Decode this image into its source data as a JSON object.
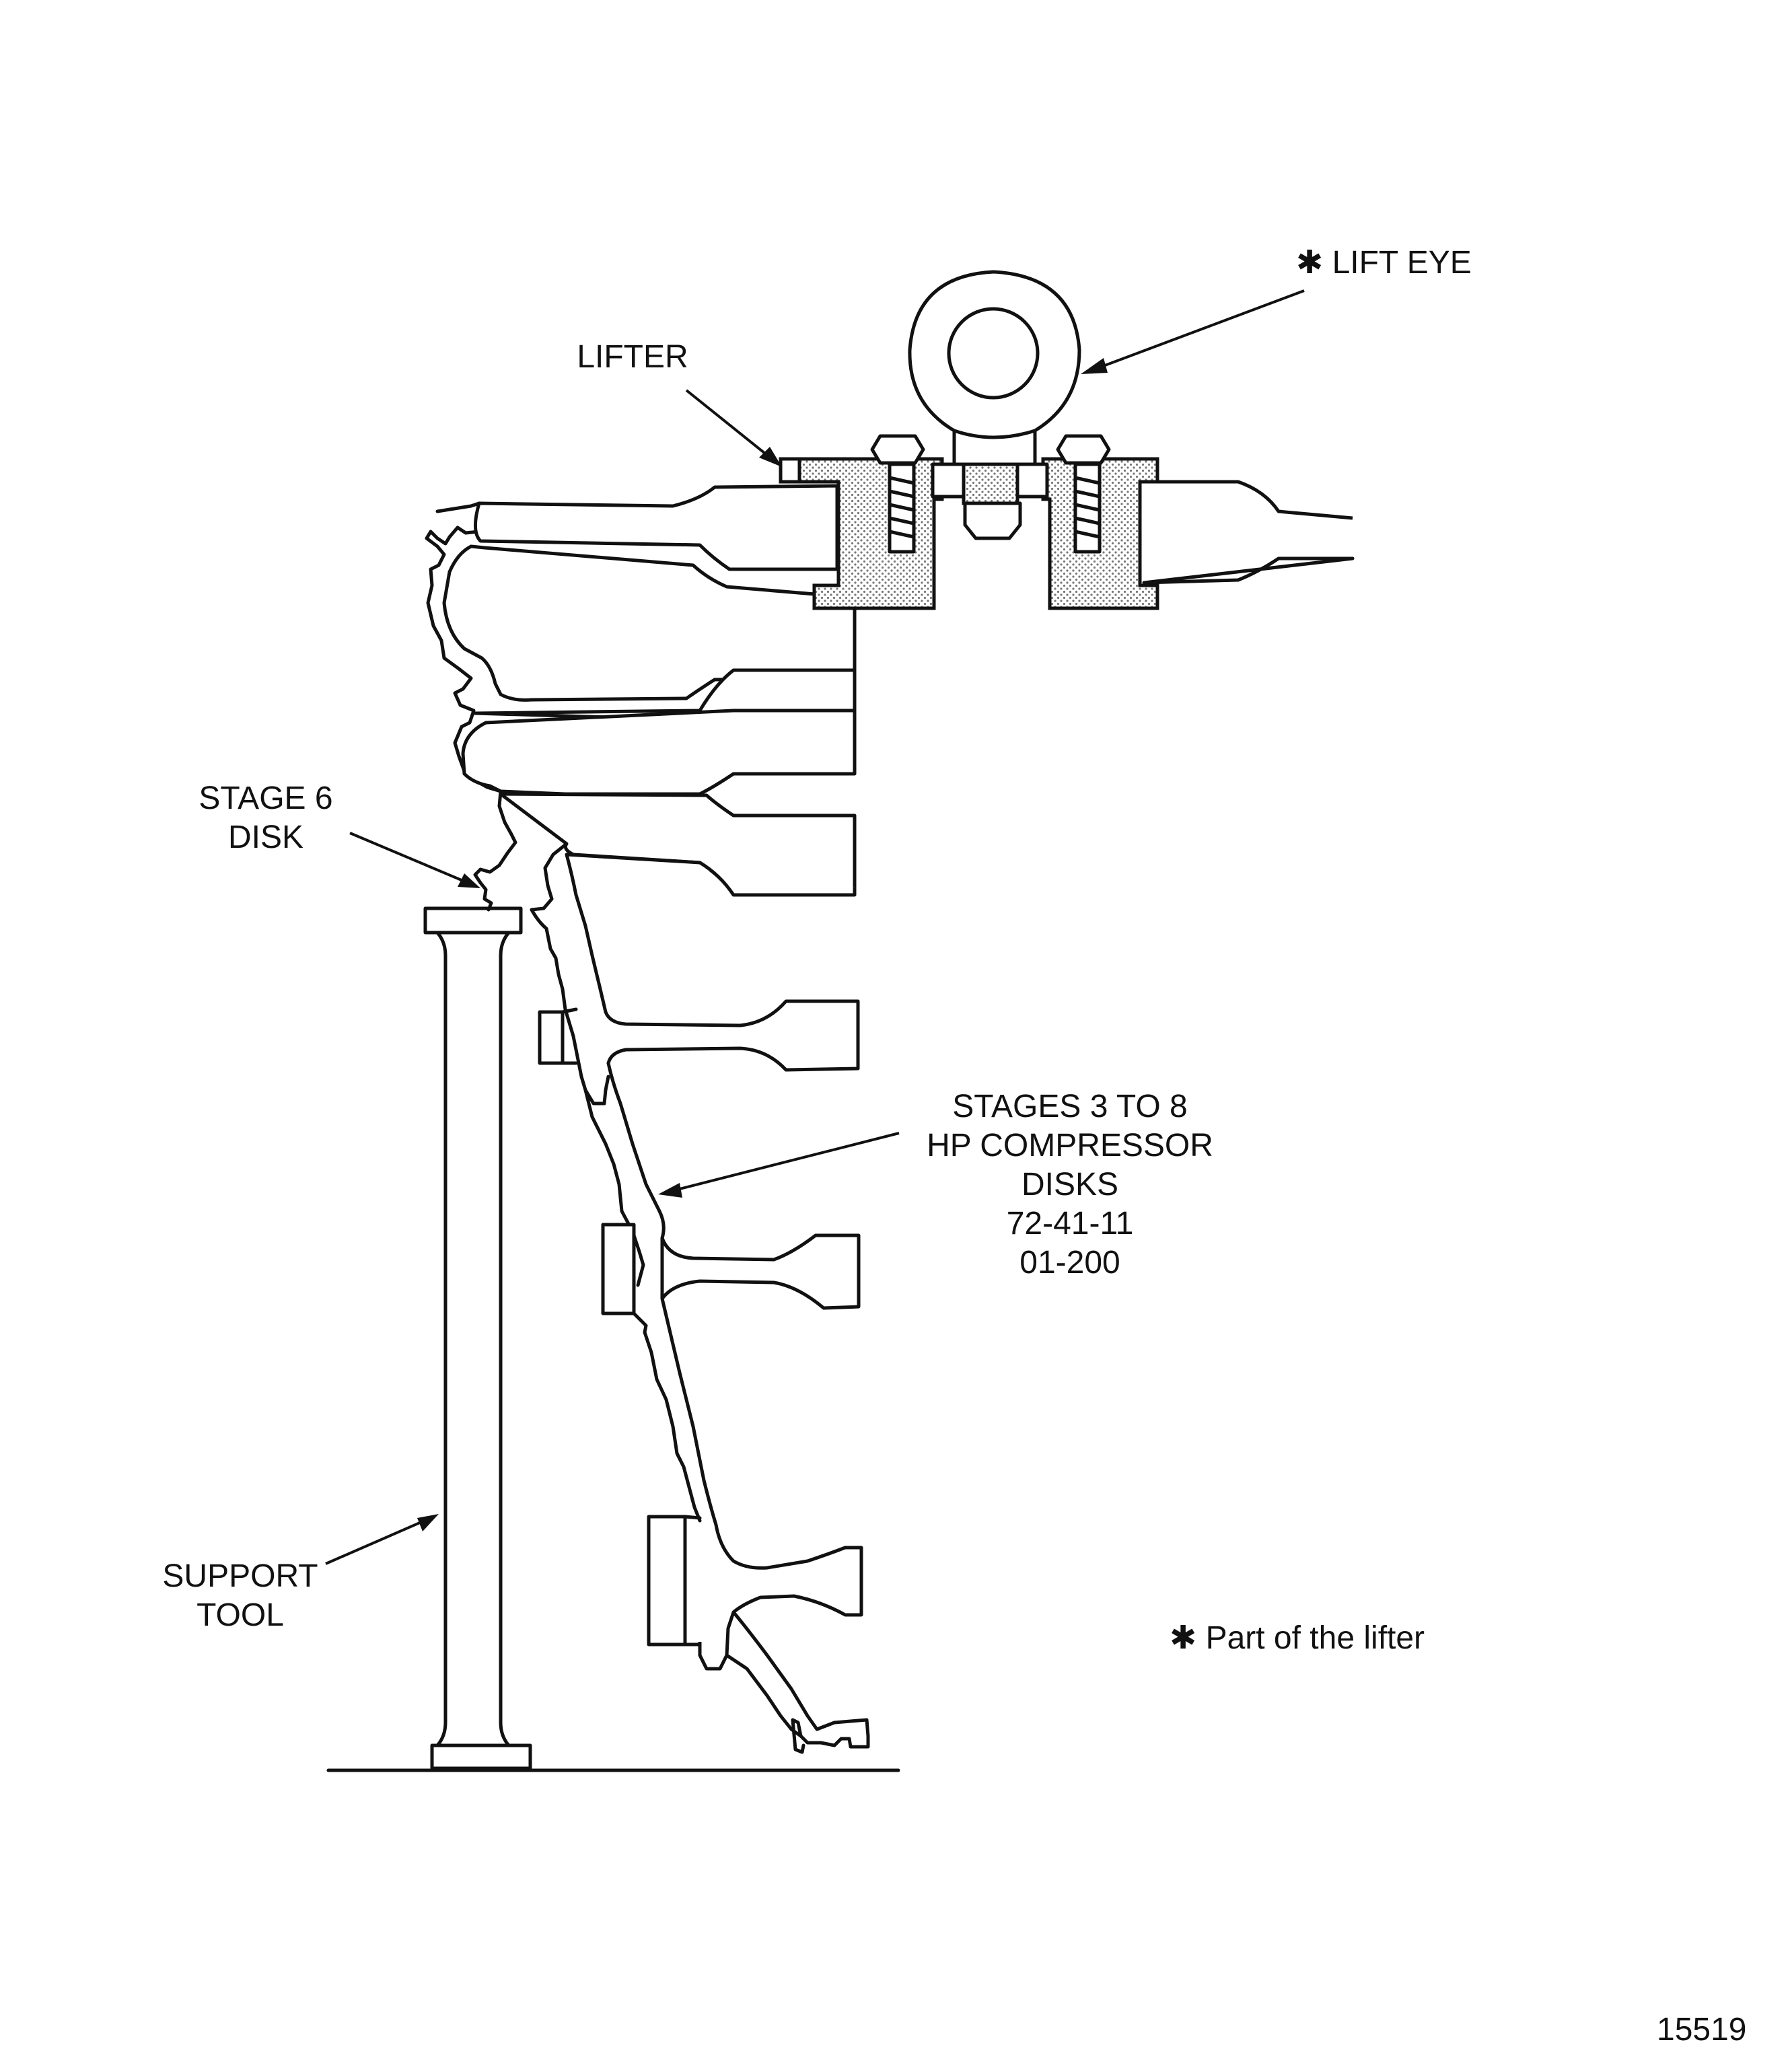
{
  "labels": {
    "lift_eye": "LIFT EYE",
    "lift_eye_mark": "✱",
    "lifter": "LIFTER",
    "stage6_line1": "STAGE 6",
    "stage6_line2": "DISK",
    "stages_line1": "STAGES  3 TO 8",
    "stages_line2": "HP COMPRESSOR",
    "stages_line3": "DISKS",
    "stages_line4": "72-41-11",
    "stages_line5": "01-200",
    "support_line1": "SUPPORT",
    "support_line2": "TOOL",
    "note_mark": "✱",
    "note_text": "Part of the lifter",
    "figure_number": "15519"
  },
  "colors": {
    "ink": "#111111",
    "paper": "#ffffff",
    "stipple": "#888888"
  }
}
